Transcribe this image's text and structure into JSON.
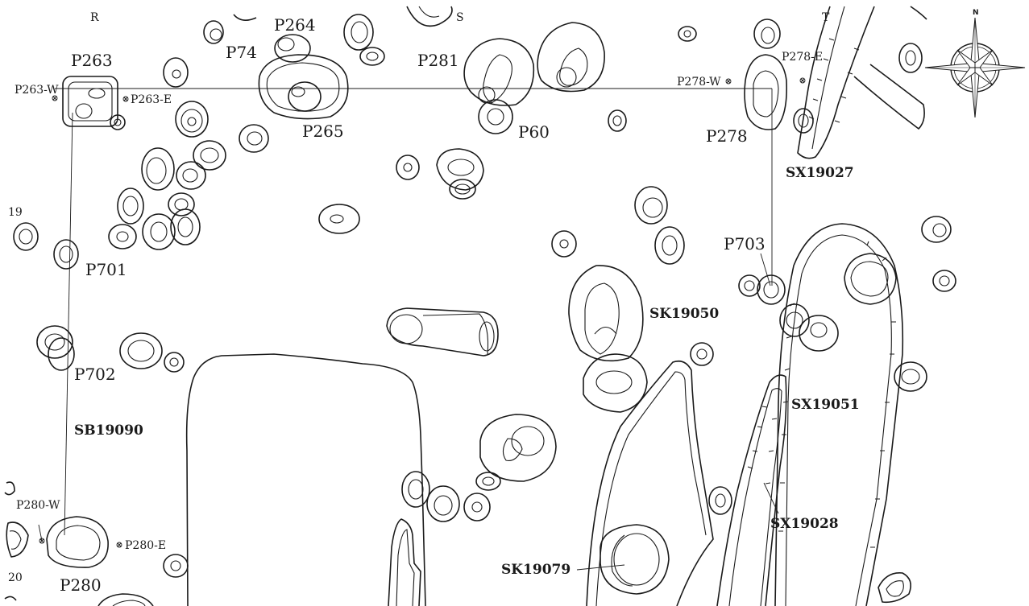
{
  "grid_labels": {
    "r": "R",
    "s": "S",
    "t": "T",
    "row19": "19",
    "row20": "20"
  },
  "features": {
    "p263": "P263",
    "p74": "P74",
    "p264": "P264",
    "p265": "P265",
    "p281": "P281",
    "p60": "P60",
    "p278": "P278",
    "p701": "P701",
    "p702": "P702",
    "p703": "P703",
    "p280": "P280",
    "sb19090": "SB19090",
    "sk19050": "SK19050",
    "sk19079": "SK19079",
    "sx19027": "SX19027",
    "sx19051": "SX19051",
    "sx19028": "SX19028"
  },
  "points": {
    "p263w": "P263-W",
    "p263e": "P263-E",
    "p278w": "P278-W",
    "p278e": "P278-E",
    "p280w": "P280-W",
    "p280e": "P280-E"
  },
  "compass": {
    "north": "N"
  }
}
